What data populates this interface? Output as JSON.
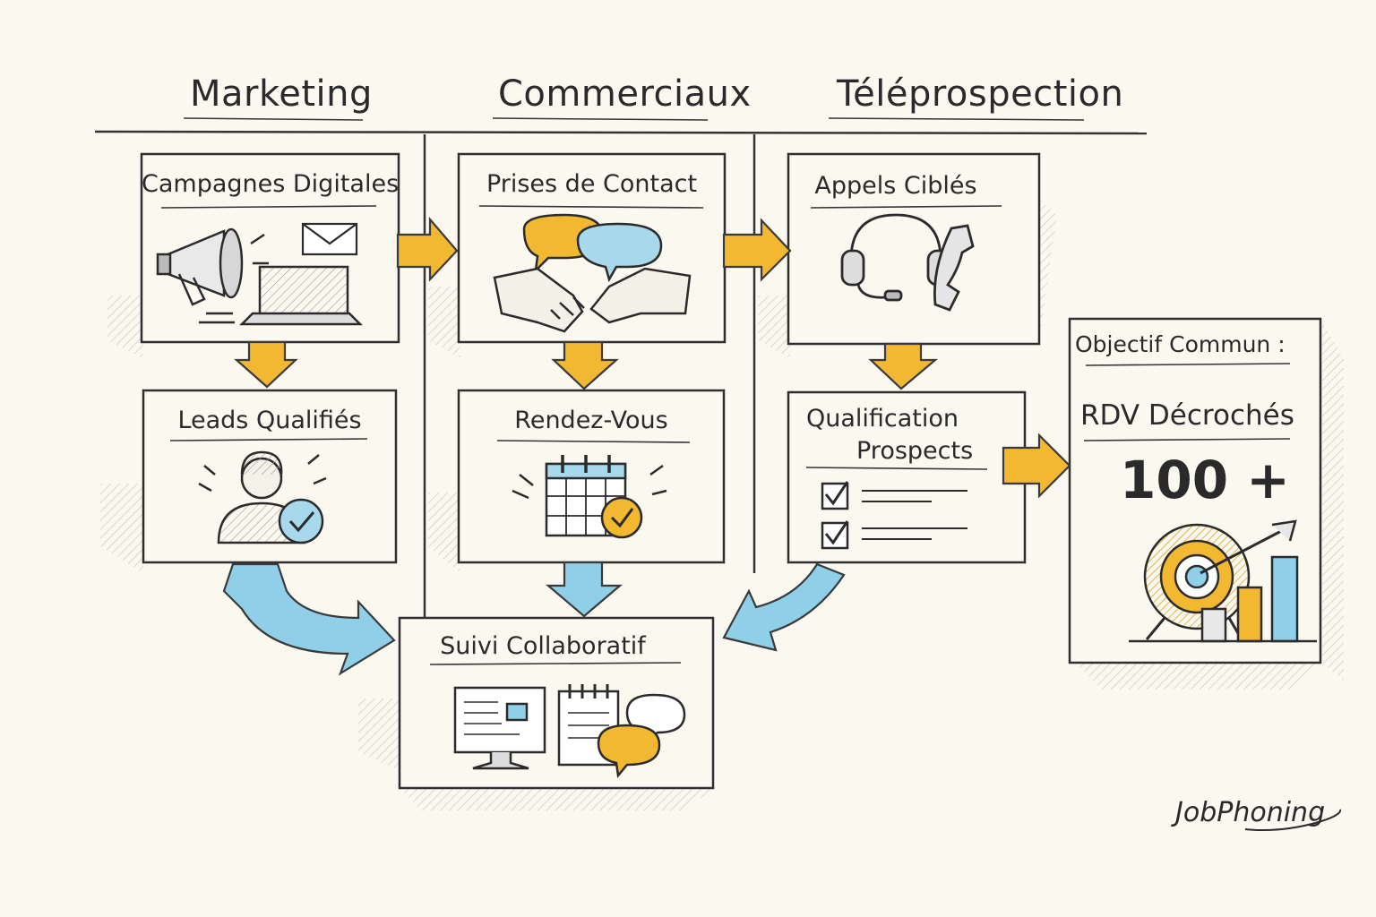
{
  "headers": {
    "marketing": "Marketing",
    "commerciaux": "Commerciaux",
    "teleprospection": "Téléprospection"
  },
  "boxes": {
    "campagnes": "Campagnes Digitales",
    "prises": "Prises de Contact",
    "appels": "Appels Ciblés",
    "leads": "Leads Qualifiés",
    "rdv": "Rendez-Vous",
    "qualif_line1": "Qualification",
    "qualif_line2": "Prospects",
    "suivi": "Suivi Collaboratif"
  },
  "objective": {
    "heading": "Objectif Commun :",
    "label": "RDV Décrochés",
    "value": "100 +"
  },
  "logo": "JobPhoning",
  "colors": {
    "yellow": "#f2b832",
    "blue": "#8fcfe8",
    "ink": "#2b2b2b",
    "paper": "#fbf8f0"
  },
  "icons": [
    "megaphone-icon",
    "envelope-icon",
    "laptop-icon",
    "speech-bubbles-icon",
    "handshake-icon",
    "headset-icon",
    "phone-icon",
    "person-check-icon",
    "calendar-check-icon",
    "checklist-icon",
    "monitor-icon",
    "notepad-icon",
    "chat-icon",
    "target-icon",
    "bar-chart-icon"
  ]
}
